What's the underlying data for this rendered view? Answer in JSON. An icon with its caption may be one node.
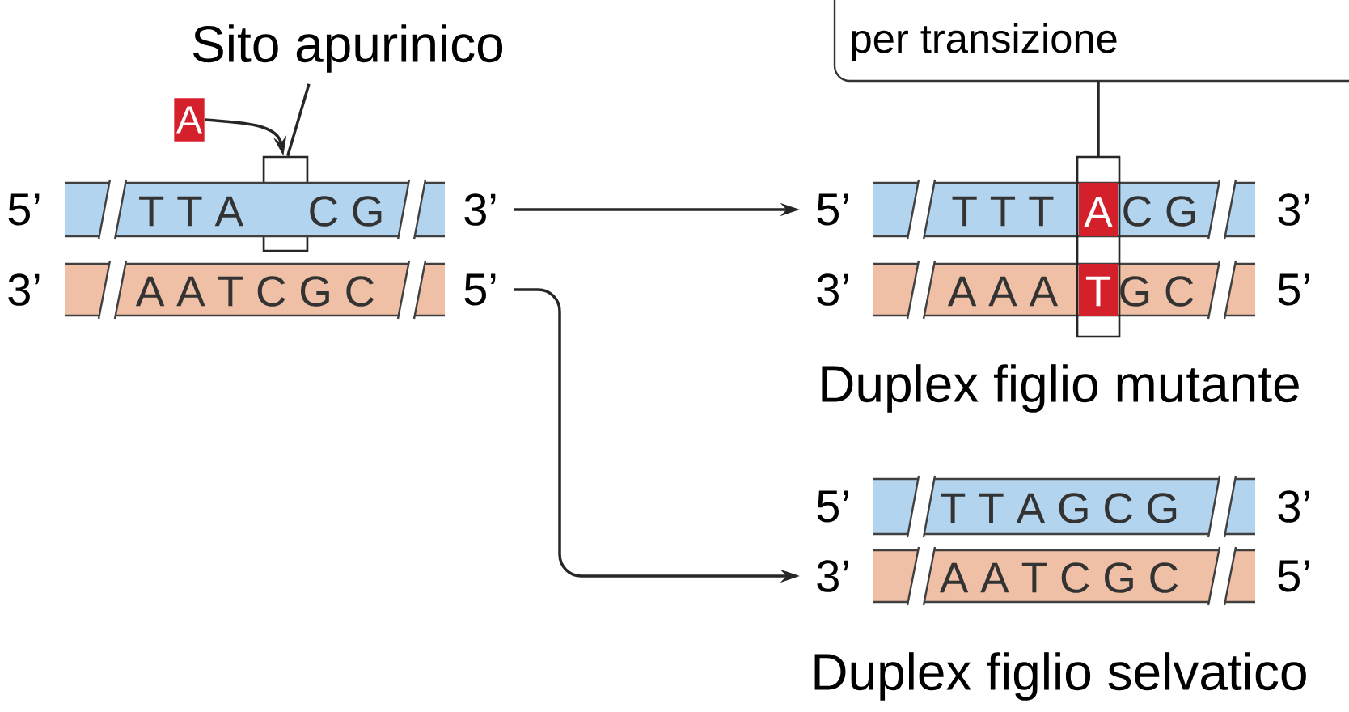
{
  "diagram": {
    "nodes": [
      {
        "text": [
          "Sito apurinico"
        ]
      },
      {
        "text": [
          "A"
        ]
      },
      {
        "text": [],
        "shape": "box"
      },
      {
        "text": [
          "T T A",
          "C G"
        ],
        "beside": [
          "5’",
          "3’"
        ]
      },
      {
        "text": [
          "A A T C G C"
        ],
        "beside": [
          "3’",
          "5’"
        ]
      },
      {
        "text": [
          "per transizione"
        ]
      },
      {
        "text": [
          "A",
          "T"
        ]
      },
      {
        "text": [
          "T T T",
          "C G"
        ],
        "beside": [
          "5’",
          "3’"
        ]
      },
      {
        "text": [
          "A A A",
          "G C"
        ],
        "beside": [
          "3’",
          "5’"
        ]
      },
      {
        "text": [
          "T T A G C G"
        ],
        "beside": [
          "5’",
          "3’"
        ]
      },
      {
        "text": [
          "A A T C G C"
        ],
        "beside": [
          "3’",
          "5’"
        ]
      }
    ],
    "edges": [
      {
        "from": 0,
        "to": 2,
        "arrow": "none"
      },
      {
        "from": 1,
        "to": 2,
        "arrow": "to"
      },
      {
        "from": 3,
        "to": 7,
        "arrow": "to"
      },
      {
        "from": 4,
        "to": 10,
        "arrow": "to"
      },
      {
        "from": 5,
        "to": 6,
        "arrow": "none"
      }
    ],
    "labels": [
      "Duplex figlio mutante",
      "Duplex figlio selvatico"
    ]
  }
}
